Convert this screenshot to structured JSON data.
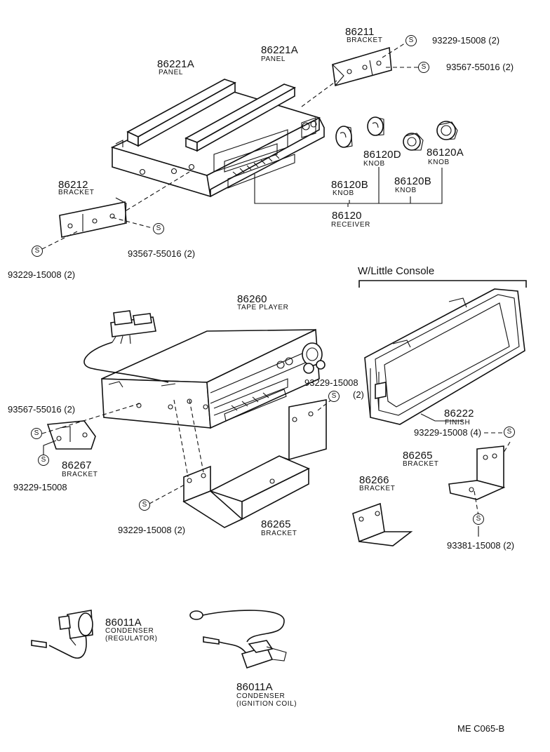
{
  "parts": {
    "panel_left": {
      "number": "86221A",
      "name": "PANEL"
    },
    "panel_right": {
      "number": "86221A",
      "name": "PANEL"
    },
    "bracket_86211": {
      "number": "86211",
      "name": "BRACKET"
    },
    "screw_top_1": "93229-15008 (2)",
    "screw_top_2": "93567-55016 (2)",
    "knob_86120D": {
      "number": "86120D",
      "name": "KNOB"
    },
    "knob_86120A": {
      "number": "86120A",
      "name": "KNOB"
    },
    "knob_86120B_left": {
      "number": "86120B",
      "name": "KNOB"
    },
    "knob_86120B_right": {
      "number": "86120B",
      "name": "KNOB"
    },
    "receiver": {
      "number": "86120",
      "name": "RECEIVER"
    },
    "bracket_86212": {
      "number": "86212",
      "name": "BRACKET"
    },
    "screw_mid_1": "93567-55016 (2)",
    "screw_mid_2": "93229-15008 (2)",
    "little_console_header": "W/Little Console",
    "tape_player": {
      "number": "86260",
      "name": "TAPE PLAYER"
    },
    "screw_tape": {
      "number": "93229-15008",
      "qty": "(2)"
    },
    "finish": {
      "number": "86222",
      "name": "FINISH"
    },
    "screw_finish": "93229-15008 (4)",
    "screw_left_1": "93567-55016 (2)",
    "bracket_86267": {
      "number": "86267",
      "name": "BRACKET"
    },
    "screw_left_2": "93229-15008",
    "bracket_86265_console": {
      "number": "86265",
      "name": "BRACKET"
    },
    "bracket_86266": {
      "number": "86266",
      "name": "BRACKET"
    },
    "bracket_86265_main": {
      "number": "86265",
      "name": "BRACKET"
    },
    "screw_bottom": "93229-15008 (2)",
    "screw_console": "93381-15008 (2)",
    "condenser_regulator": {
      "number": "86011A",
      "name": "CONDENSER",
      "note": "(REGULATOR)"
    },
    "condenser_ignition": {
      "number": "86011A",
      "name": "CONDENSER",
      "note": "(IGNITION COIL)"
    },
    "footer_code": "ME  C065-B"
  },
  "screw_symbol": "S"
}
